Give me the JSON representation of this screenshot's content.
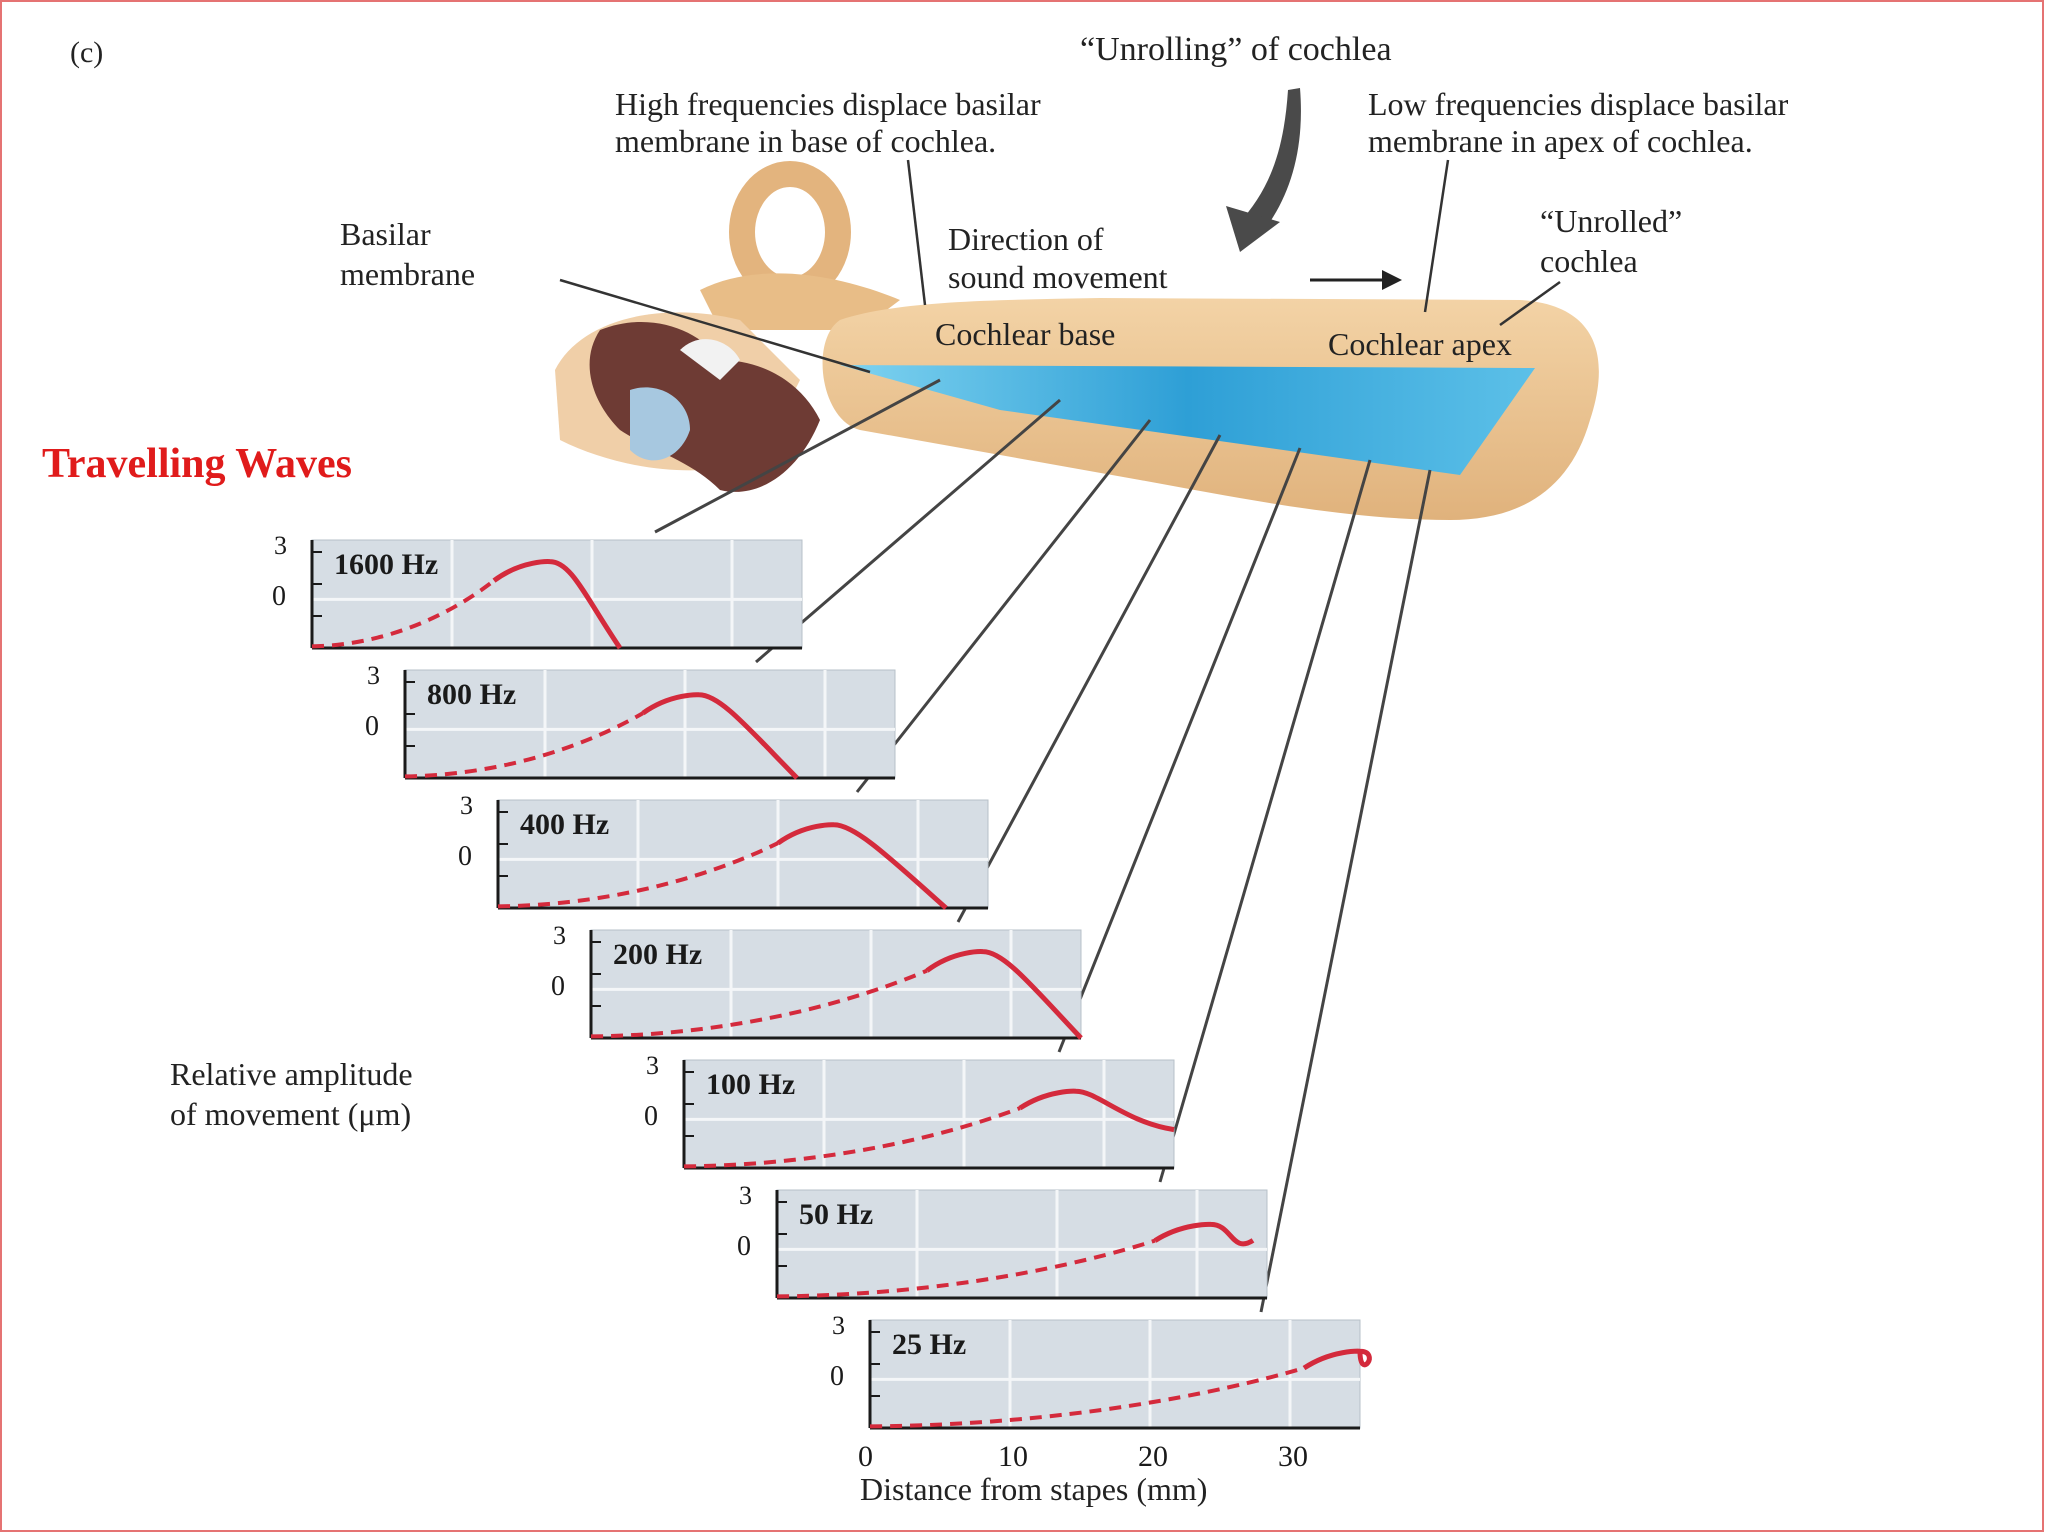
{
  "panel_label": "(c)",
  "title": "Travelling Waves",
  "labels": {
    "unrolling": "“Unrolling” of cochlea",
    "high_freq_line1": "High frequencies displace basilar",
    "high_freq_line2": "membrane in base of cochlea.",
    "low_freq_line1": "Low frequencies displace basilar",
    "low_freq_line2": "membrane in apex of cochlea.",
    "basilar_line1": "Basilar",
    "basilar_line2": "membrane",
    "direction_line1": "Direction of",
    "direction_line2": "sound movement",
    "unrolled_line1": "“Unrolled”",
    "unrolled_line2": "cochlea",
    "cochlear_base": "Cochlear base",
    "cochlear_apex": "Cochlear apex",
    "ylabel_line1": "Relative amplitude",
    "ylabel_line2": "of movement (μm)"
  },
  "colors": {
    "curve": "#d42a3c",
    "panel_bg": "#d6dde4",
    "membrane": "#3aa6d8",
    "cochlea": "#e9c090",
    "bone": "#6e3b34"
  },
  "chart_data": {
    "type": "line",
    "xlabel": "Distance from stapes (mm)",
    "x_ticks": [
      "0",
      "10",
      "20",
      "30"
    ],
    "y_ticks": [
      "3",
      "0"
    ],
    "xlim": [
      0,
      35
    ],
    "ylim": [
      0,
      3
    ],
    "series": [
      {
        "name": "1600 Hz",
        "peak_x": 17,
        "peak_y": 2.7,
        "end_x": 22,
        "end_y": 0
      },
      {
        "name": "800 Hz",
        "peak_x": 21,
        "peak_y": 2.6,
        "end_x": 28,
        "end_y": 0
      },
      {
        "name": "400 Hz",
        "peak_x": 24,
        "peak_y": 2.6,
        "end_x": 32,
        "end_y": 0
      },
      {
        "name": "200 Hz",
        "peak_x": 28,
        "peak_y": 2.7,
        "end_x": 35,
        "end_y": 0
      },
      {
        "name": "100 Hz",
        "peak_x": 28,
        "peak_y": 2.4,
        "end_x": 35,
        "end_y": 1.2
      },
      {
        "name": "50 Hz",
        "peak_x": 31,
        "peak_y": 2.3,
        "end_x": 34,
        "end_y": 1.8
      },
      {
        "name": "25 Hz",
        "peak_x": 35,
        "peak_y": 2.4,
        "end_x": 35,
        "end_y": 2.4
      }
    ]
  }
}
